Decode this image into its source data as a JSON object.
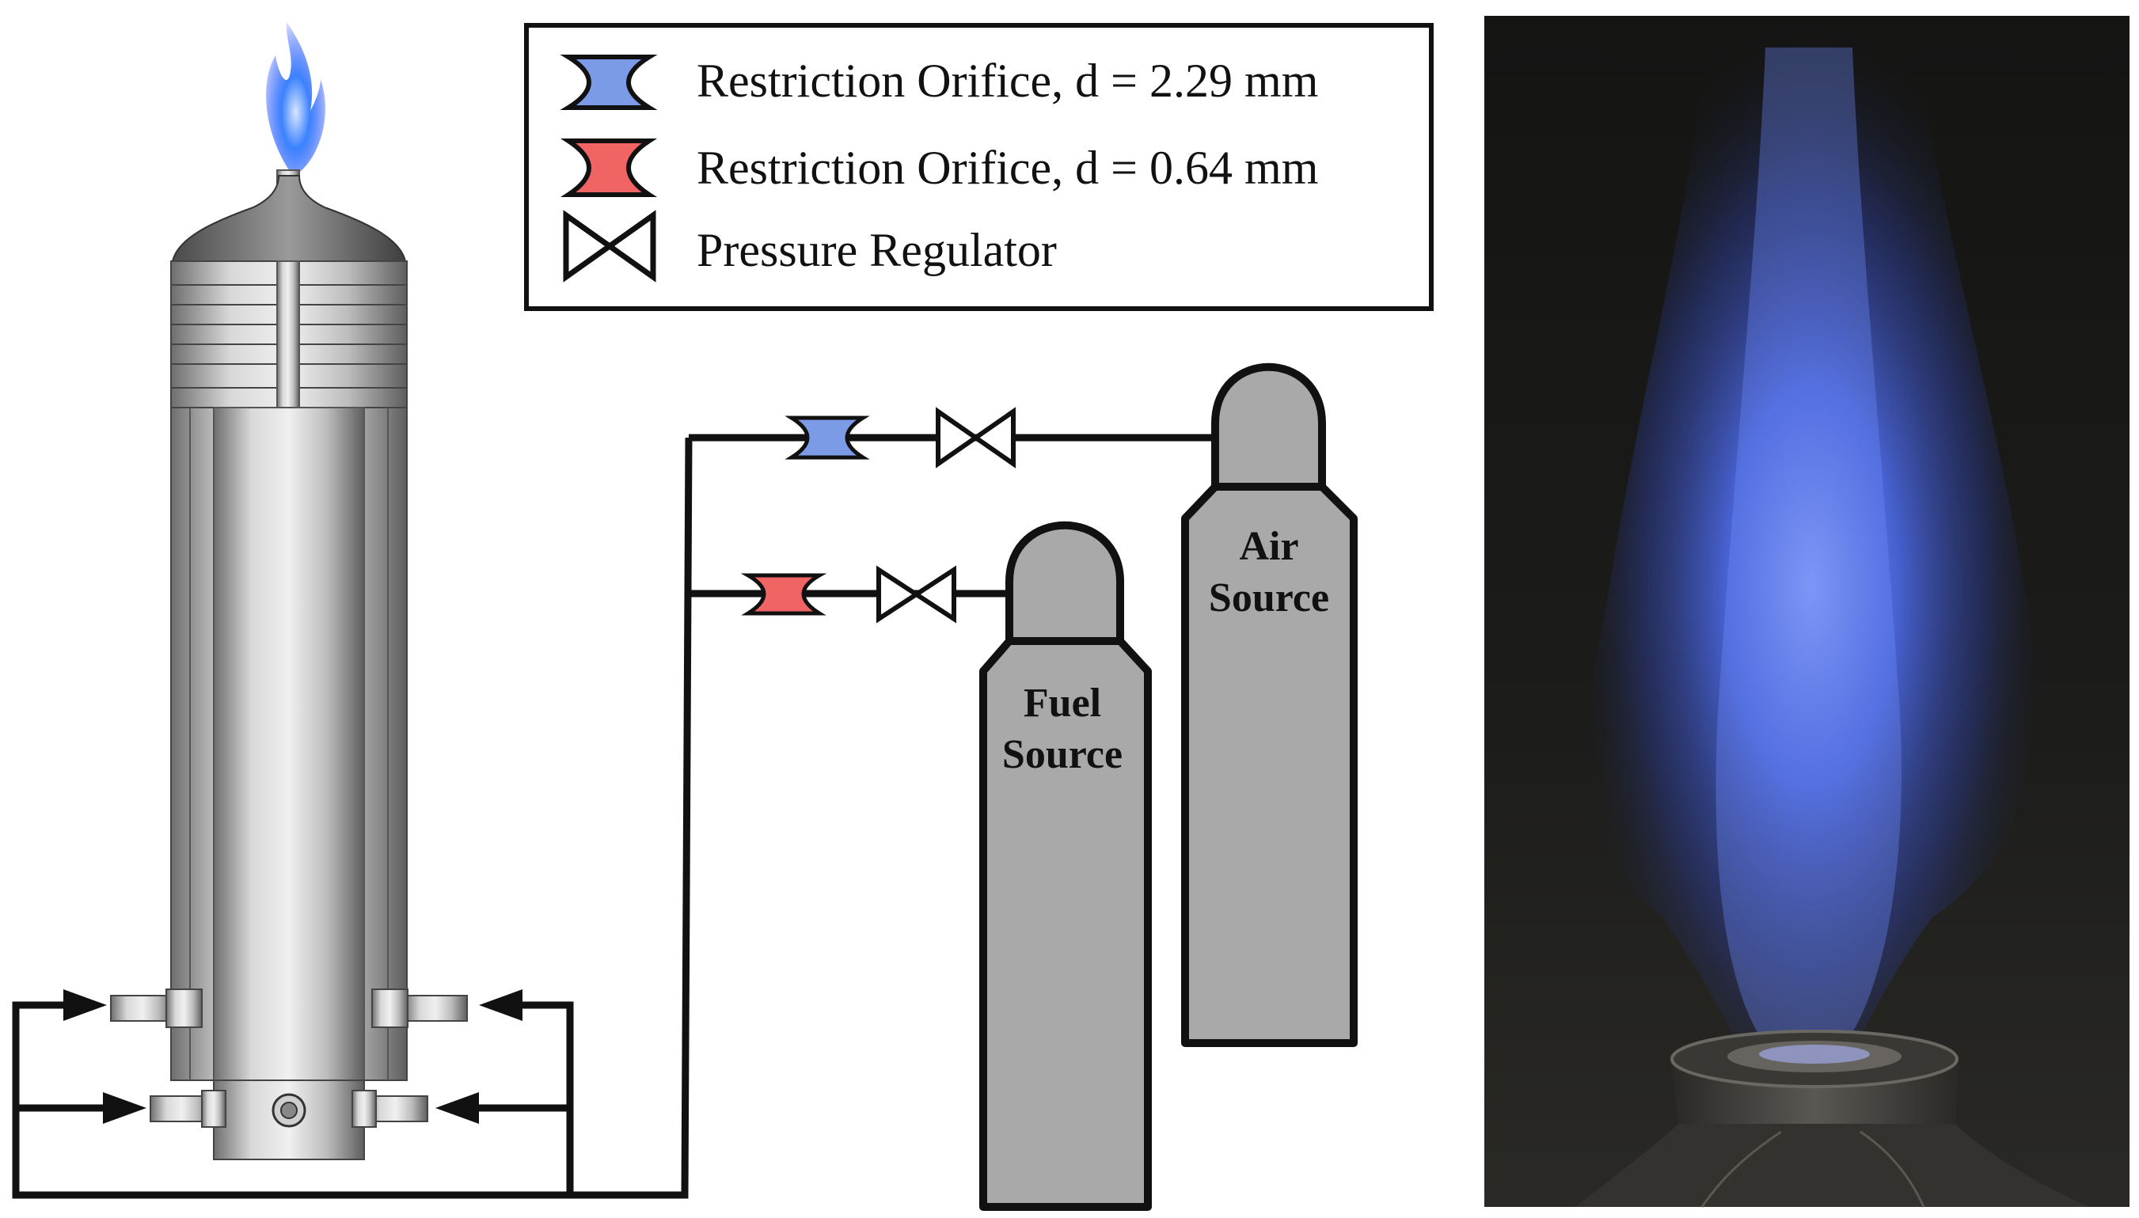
{
  "legend": {
    "items": [
      {
        "label": "Restriction Orifice, d = 2.29 mm",
        "symbol": "restriction-orifice",
        "fill": "#7b9be6"
      },
      {
        "label": "Restriction Orifice, d = 0.64 mm",
        "symbol": "restriction-orifice",
        "fill": "#f06464"
      },
      {
        "label": "Pressure Regulator",
        "symbol": "pressure-regulator",
        "fill": "#ffffff"
      }
    ]
  },
  "cylinders": {
    "air": {
      "line1": "Air",
      "line2": "Source"
    },
    "fuel": {
      "line1": "Fuel",
      "line2": "Source"
    }
  },
  "colors": {
    "line": "#111111",
    "cylinder_fill": "#a9a9a9",
    "orifice_large": "#7b9be6",
    "orifice_small": "#f06464",
    "flame": "#4a6cff",
    "photo_background": "#1a1a18"
  }
}
